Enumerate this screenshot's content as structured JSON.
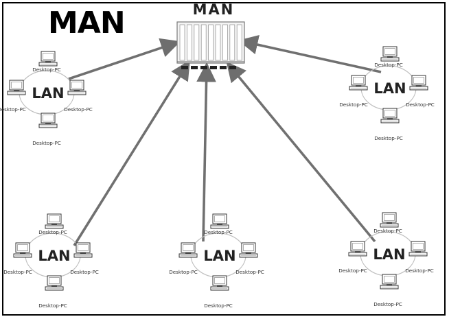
{
  "title": "MAN",
  "hub": {
    "label": "MAN"
  },
  "lan": {
    "label": "LAN",
    "pc_label": "Desktop-PC"
  },
  "colors": {
    "arrow": "#707070",
    "line": "#5a5a5a",
    "ring": "#bfbfbf"
  },
  "networks": [
    {
      "name": "lan-top-left",
      "label": "LAN",
      "computers": [
        "Desktop-PC",
        "Desktop-PC",
        "Desktop-PC",
        "Desktop-PC"
      ]
    },
    {
      "name": "lan-top-right",
      "label": "LAN",
      "computers": [
        "Desktop-PC",
        "Desktop-PC",
        "Desktop-PC",
        "Desktop-PC"
      ]
    },
    {
      "name": "lan-bottom-left",
      "label": "LAN",
      "computers": [
        "Desktop-PC",
        "Desktop-PC",
        "Desktop-PC",
        "Desktop-PC"
      ]
    },
    {
      "name": "lan-bottom-center",
      "label": "LAN",
      "computers": [
        "Desktop-PC",
        "Desktop-PC",
        "Desktop-PC",
        "Desktop-PC"
      ]
    },
    {
      "name": "lan-bottom-right",
      "label": "LAN",
      "computers": [
        "Desktop-PC",
        "Desktop-PC",
        "Desktop-PC",
        "Desktop-PC"
      ]
    }
  ]
}
